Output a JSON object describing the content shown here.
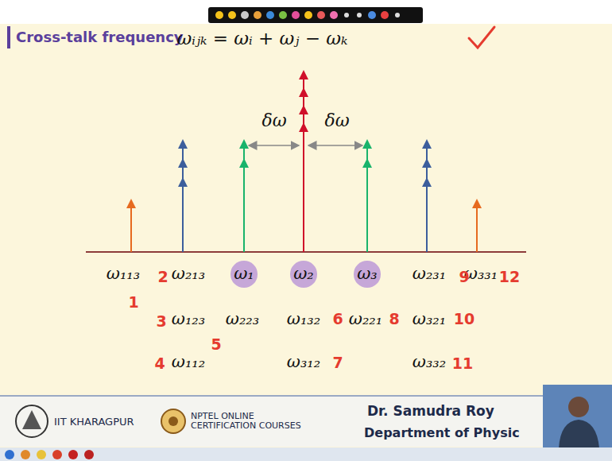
{
  "diagram": {
    "title": "Cross-talk frequency",
    "nodes": [
      {
        "text": [
          "ω₁"
        ]
      },
      {
        "text": [
          "ω₂"
        ]
      },
      {
        "text": [
          "ω₃"
        ]
      }
    ],
    "labels": [
      "ωᵢⱼₖ = ωᵢ + ωⱼ − ωₖ",
      "δω",
      "δω",
      "ω₁₁₃",
      "ω₂₁₃",
      "ω₁₂₃",
      "ω₁₁₂",
      "ω₂₂₃",
      "ω₁₃₂",
      "ω₃₁₂",
      "ω₂₂₁",
      "ω₂₃₁",
      "ω₃₂₁",
      "ω₃₃₂",
      "ω₃₃₁",
      "1",
      "2",
      "3",
      "4",
      "5",
      "6",
      "7",
      "8",
      "9",
      "10",
      "11",
      "12",
      "IIT KHARAGPUR",
      "NPTEL ONLINE CERTIFICATION COURSES",
      "Dr. Samudra Roy",
      "Department of Physic"
    ]
  }
}
